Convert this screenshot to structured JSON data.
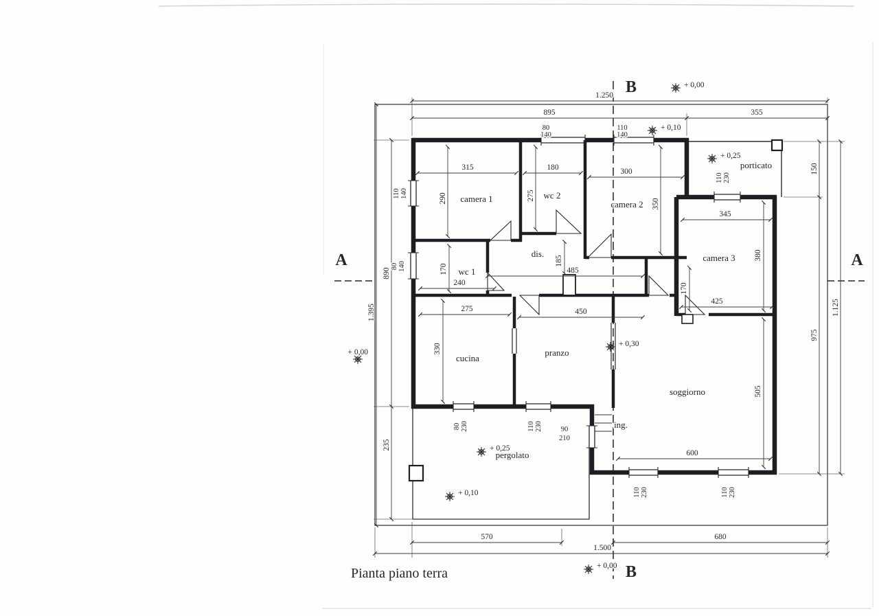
{
  "title": "Pianta piano terra",
  "section_labels": {
    "b_top": "B",
    "b_bottom": "B",
    "a_left": "A",
    "a_right": "A"
  },
  "rooms": {
    "camera1": "camera 1",
    "wc2": "wc 2",
    "camera2": "camera 2",
    "porticato": "porticato",
    "camera3": "camera 3",
    "wc1": "wc 1",
    "dis": "dis.",
    "cucina": "cucina",
    "pranzo": "pranzo",
    "soggiorno": "soggiorno",
    "ing": "ing.",
    "pergolato": "pergolato"
  },
  "elevations": {
    "top_right": "+ 0,00",
    "upper_mid": "+ 0,10",
    "porticato": "+ 0,25",
    "soggiorno": "+ 0,30",
    "pergolato": "+ 0,25",
    "garden_low": "+ 0,10",
    "bottom": "+ 0,00",
    "left": "+ 0,00"
  },
  "dimensions": {
    "top_overall": "1.250",
    "top_house": "895",
    "top_lot": "355",
    "win_top_left": [
      "80",
      "140"
    ],
    "win_top_right": [
      "110",
      "140"
    ],
    "camera1_w": "315",
    "camera1_h": "290",
    "wc2_w": "180",
    "wc2_h": "275",
    "camera2_w": "300",
    "camera2_h": "350",
    "porticato_door": [
      "110",
      "230"
    ],
    "right_porticato": "150",
    "camera3_w": "345",
    "camera3_h": "380",
    "camera3_door": "170",
    "camera3_w2": "425",
    "wc1_h": "170",
    "wc1_w": "240",
    "dis_w": "485",
    "dis_h": "185",
    "win_left_top": [
      "110",
      "140"
    ],
    "win_left_bottom": [
      "80",
      "140"
    ],
    "left_overall": "1.395",
    "left_house": "890",
    "left_pergolato": "235",
    "cucina_w": "275",
    "cucina_h": "330",
    "pranzo_w": "450",
    "soggiorno_h": "505",
    "soggiorno_w": "600",
    "door_cucina": [
      "80",
      "230"
    ],
    "door_pranzo": [
      "110",
      "230"
    ],
    "door_ing": [
      "90",
      "210"
    ],
    "win_sogg_left": [
      "110",
      "230"
    ],
    "win_sogg_right": [
      "110",
      "230"
    ],
    "right_house": "975",
    "right_overall": "1.125",
    "bottom_left": "570",
    "bottom_right": "680",
    "bottom_overall": "1.500"
  }
}
